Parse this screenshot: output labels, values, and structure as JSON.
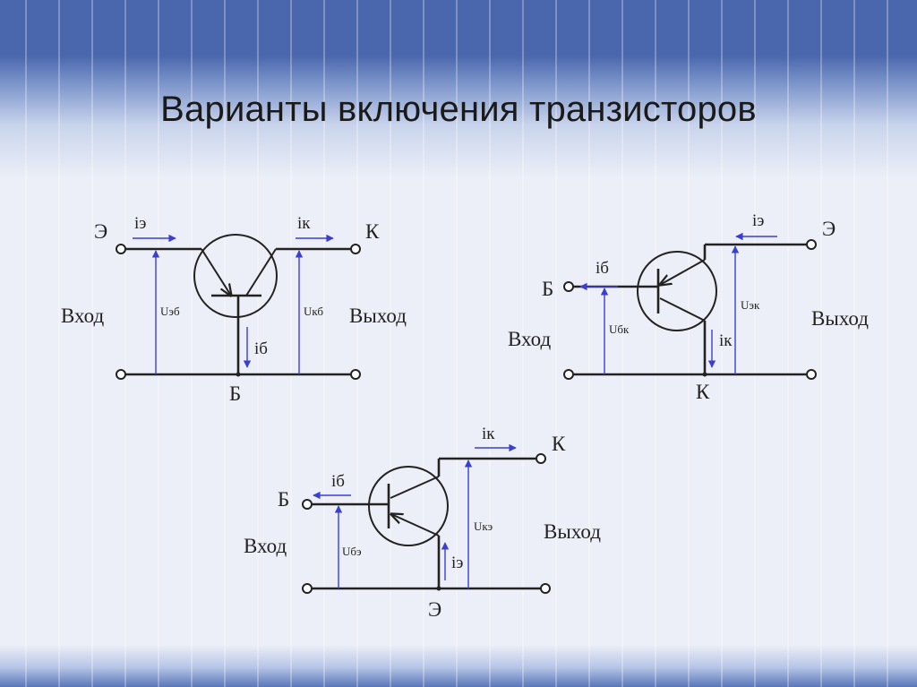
{
  "title": "Варианты включения транзисторов",
  "colors": {
    "header": "#4a67ad",
    "wire": "#222222",
    "arrow": "#3a3fd0"
  },
  "circuits": {
    "common_base": {
      "terminal_left": "Э",
      "terminal_right": "К",
      "terminal_bottom": "Б",
      "input": "Вход",
      "output": "Выход",
      "current_in": "iэ",
      "current_out": "iк",
      "current_ground": "iб",
      "voltage_in": "Uэб",
      "voltage_out": "Uкб"
    },
    "common_collector": {
      "terminal_left": "Б",
      "terminal_right": "Э",
      "terminal_bottom": "К",
      "input": "Вход",
      "output": "Выход",
      "current_in": "iб",
      "current_out": "iэ",
      "current_ground": "iк",
      "voltage_in": "Uбк",
      "voltage_out": "Uэк"
    },
    "common_emitter": {
      "terminal_left": "Б",
      "terminal_right": "К",
      "terminal_bottom": "Э",
      "input": "Вход",
      "output": "Выход",
      "current_in": "iб",
      "current_out": "iк",
      "current_ground": "iэ",
      "voltage_in": "Uбэ",
      "voltage_out": "Uкэ"
    }
  }
}
